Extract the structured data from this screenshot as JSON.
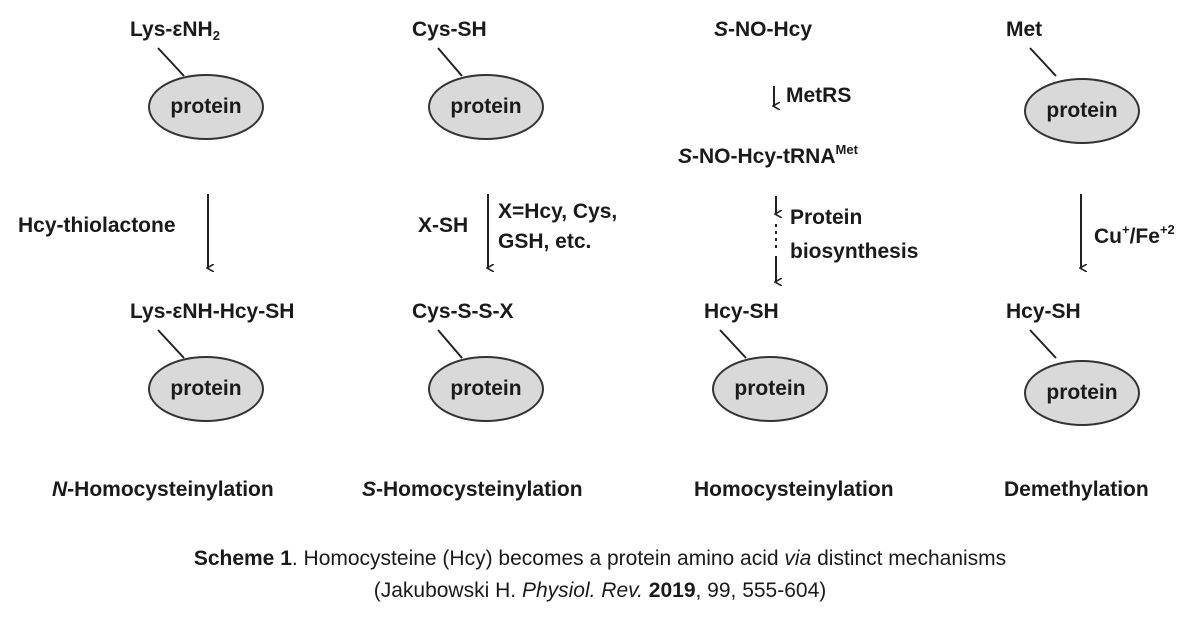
{
  "columns": [
    {
      "top_label": "Lys-εNH",
      "top_label_sub": "2",
      "top_protein": "protein",
      "reagent": "Hcy-thiolactone",
      "bottom_label": "Lys-εNH-Hcy-SH",
      "bottom_protein": "protein",
      "title_prefix": "N",
      "title_rest": "-Homocysteinylation"
    },
    {
      "top_label": "Cys-SH",
      "top_protein": "protein",
      "reagent_left": "X-SH",
      "reagent_right_line1": "X=Hcy, Cys,",
      "reagent_right_line2": "GSH, etc.",
      "bottom_label": "Cys-S-S-X",
      "bottom_protein": "protein",
      "title_prefix": "S",
      "title_rest": "-Homocysteinylation"
    },
    {
      "top_label_prefix": "S",
      "top_label_rest": "-NO-Hcy",
      "enzyme": "MetRS",
      "intermediate_prefix": "S",
      "intermediate_rest": "-NO-Hcy-tRNA",
      "intermediate_sup": "Met",
      "step_line1": "Protein",
      "step_line2": "biosynthesis",
      "bottom_label": "Hcy-SH",
      "bottom_protein": "protein",
      "title": "Homocysteinylation"
    },
    {
      "top_label": "Met",
      "top_protein": "protein",
      "reagent": "Cu",
      "reagent_sup1": "+",
      "reagent_mid": "/Fe",
      "reagent_sup2": "+2",
      "bottom_label": "Hcy-SH",
      "bottom_protein": "protein",
      "title": "Demethylation"
    }
  ],
  "caption": {
    "label": "Scheme 1",
    "text": ". Homocysteine (Hcy) becomes a protein amino acid ",
    "via": "via",
    "text_end": " distinct mechanisms",
    "ref_open": "(Jakubowski H. ",
    "journal": "Physiol. Rev.",
    "year": "2019",
    "ref_rest": ", 99, 555-604)"
  }
}
